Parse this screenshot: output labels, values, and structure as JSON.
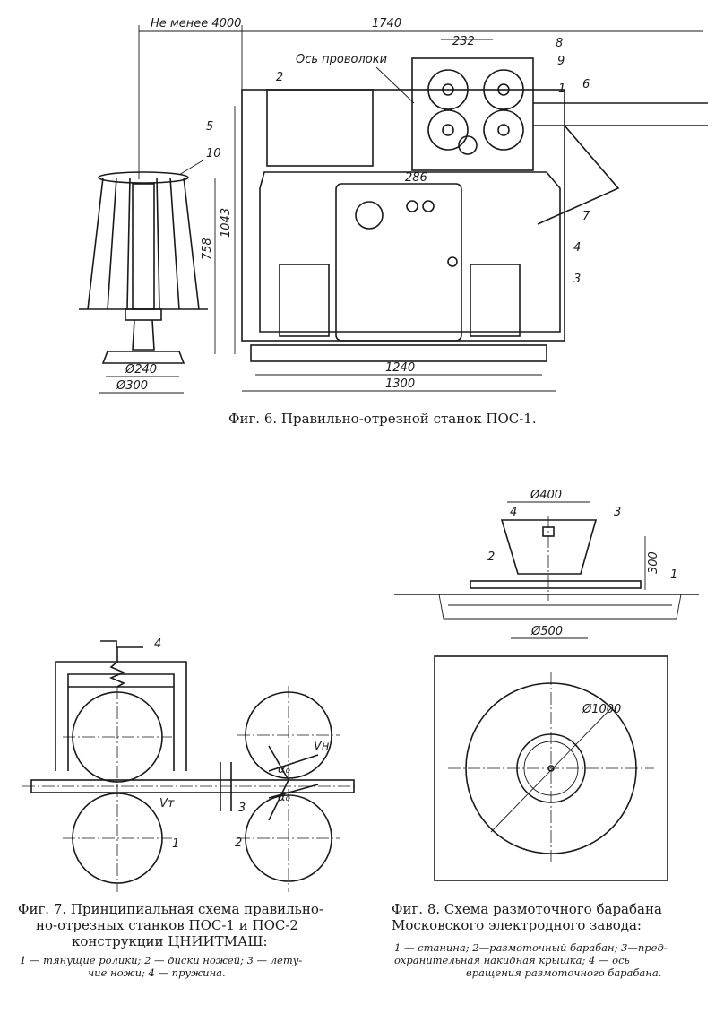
{
  "fig6": {
    "caption": "Фиг. 6. Правильно-отрезной станок ПОС-1.",
    "dims": {
      "min_len": "Не менее 4000",
      "overall": "1740",
      "top": "232",
      "mid": "286",
      "h1043": "1043",
      "h758": "758",
      "d240": "Ø240",
      "d300": "Ø300",
      "w1240": "1240",
      "w1300": "1300"
    },
    "axis_label": "Ось проволоки",
    "callouts": [
      "1",
      "2",
      "3",
      "4",
      "5",
      "6",
      "7",
      "8",
      "9",
      "10"
    ]
  },
  "fig7": {
    "caption_lines": [
      "Фиг. 7. Принципиальная схема правильно-",
      "но-отрезных станков ПОС-1 и ПОС-2",
      "конструкции ЦНИИТМАШ:"
    ],
    "legend_lines": [
      "1 — тянущие ролики; 2 — диски ножей; 3 — лету-",
      "чие ножи; 4 — пружина."
    ],
    "labels": {
      "vh": "Vн",
      "vt": "Vт",
      "alpha": "α₀",
      "n1": "1",
      "n2": "2",
      "n3": "3",
      "n4": "4"
    }
  },
  "fig8": {
    "caption_lines": [
      "Фиг. 8. Схема размоточного барабана",
      "Московского электродного завода:"
    ],
    "legend_lines": [
      "1 — станина; 2—размоточный барабан; 3—пред-",
      "охранительная накидная крышка; 4 — ось",
      "вращения размоточного барабана."
    ],
    "dims": {
      "d400": "Ø400",
      "d500": "Ø500",
      "d1000": "Ø1000",
      "h300": "300"
    },
    "labels": {
      "n1": "1",
      "n2": "2",
      "n3": "3",
      "n4": "4"
    }
  }
}
